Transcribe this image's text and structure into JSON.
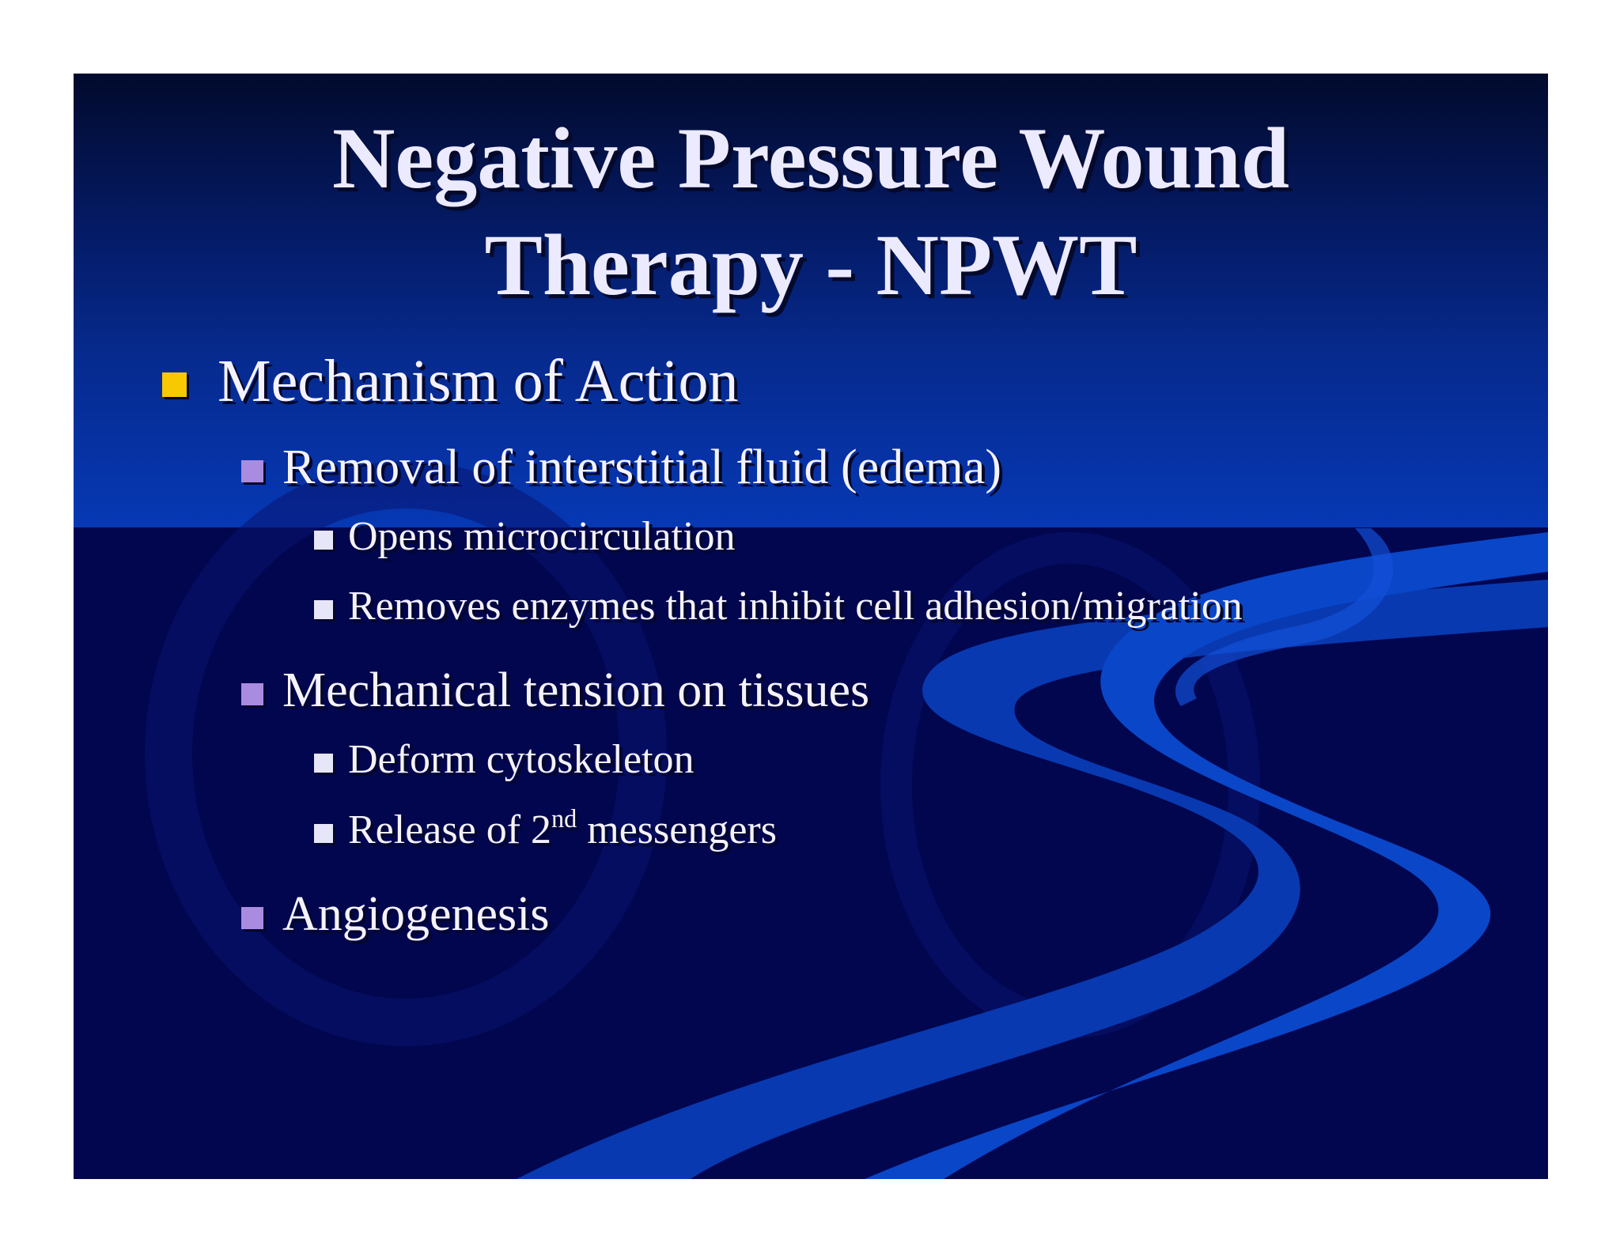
{
  "slide": {
    "title_line1": "Negative Pressure Wound",
    "title_line2": "Therapy - NPWT",
    "colors": {
      "background_dark": "#02064f",
      "header_blue": "#0638b4",
      "text": "#f4f2ff",
      "bullet_level1": "#f8c800",
      "bullet_level2": "#a98be0",
      "bullet_level3": "#e6e6f8"
    },
    "items": [
      {
        "level": 1,
        "text": "Mechanism of Action"
      },
      {
        "level": 2,
        "text": "Removal of interstitial fluid (edema)"
      },
      {
        "level": 3,
        "text": "Opens microcirculation"
      },
      {
        "level": 3,
        "text": "Removes enzymes that inhibit cell adhesion/migration"
      },
      {
        "level": 2,
        "text": "Mechanical tension on tissues"
      },
      {
        "level": 3,
        "text": "Deform cytoskeleton"
      },
      {
        "level": 3,
        "text_before": "Release of 2",
        "superscript": "nd",
        "text_after": " messengers"
      },
      {
        "level": 2,
        "text": "Angiogenesis"
      }
    ]
  }
}
